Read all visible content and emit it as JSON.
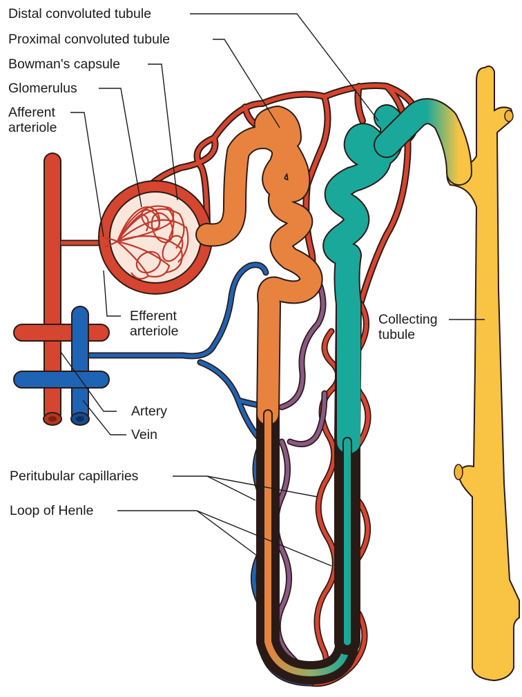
{
  "labels": {
    "distal_convoluted_tubule": "Distal convoluted tubule",
    "proximal_convoluted_tubule": "Proximal convoluted tubule",
    "bowmans_capsule": "Bowman's  capsule",
    "glomerulus": "Glomerulus",
    "afferent_arteriole_line1": "Afferent",
    "afferent_arteriole_line2": "arteriole",
    "efferent_arteriole_line1": "Efferent",
    "efferent_arteriole_line2": "arteriole",
    "collecting_tubule_line1": "Collecting",
    "collecting_tubule_line2": "tubule",
    "artery": "Artery",
    "vein": "Vein",
    "peritubular_capillaries": "Peritubular capillaries",
    "loop_of_henle": "Loop of Henle"
  },
  "colors": {
    "artery_red": "#d6452f",
    "vein_blue": "#1f63b4",
    "proximal_orange": "#e8833f",
    "distal_teal": "#1aa89a",
    "collecting_yellow": "#f9c443",
    "capillary_purple": "#8a5a86",
    "outline": "#2a1a16"
  }
}
